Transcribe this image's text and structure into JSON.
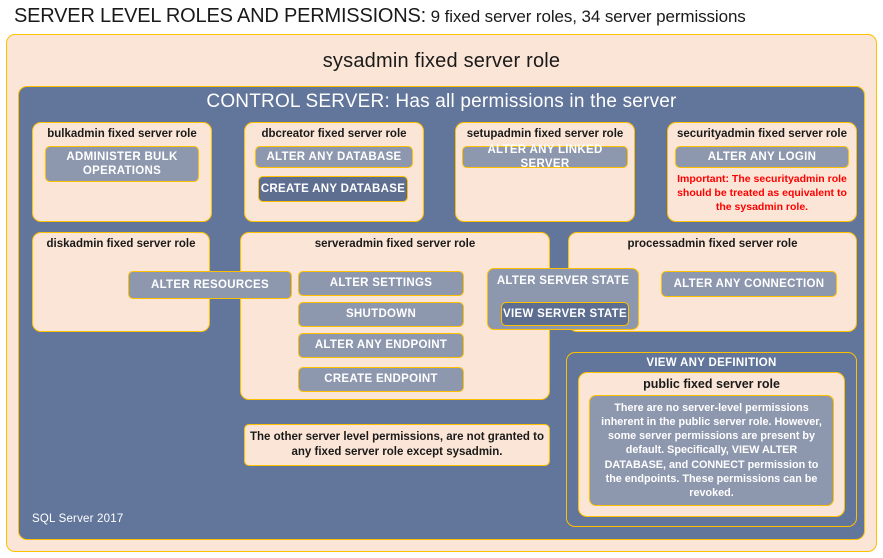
{
  "title": {
    "strong": "SERVER LEVEL ROLES AND PERMISSIONS:",
    "rest": " 9 fixed server roles, 34 server permissions"
  },
  "sysadmin": {
    "label": "sysadmin fixed server role"
  },
  "control_server": {
    "label": "CONTROL SERVER: Has all permissions in the server"
  },
  "footer": {
    "version": "SQL Server 2017"
  },
  "roles": {
    "bulkadmin": {
      "title": "bulkadmin fixed server role",
      "permissions": [
        "ADMINISTER  BULK OPERATIONS"
      ]
    },
    "dbcreator": {
      "title": "dbcreator fixed server role",
      "permissions": [
        "ALTER ANY DATABASE",
        "CREATE  ANY DATABASE"
      ]
    },
    "setupadmin": {
      "title": "setupadmin fixed server role",
      "permissions": [
        "ALTER ANY LINKED SERVER"
      ]
    },
    "securityadmin": {
      "title": "securityadmin fixed server role",
      "permissions": [
        "ALTER ANY LOGIN"
      ],
      "note": "Important:  The securityadmin role should  be treated as equivalent to the  sysadmin role."
    },
    "diskadmin": {
      "title": "diskadmin fixed server role",
      "permissions": [
        "ALTER RESOURCES"
      ]
    },
    "serveradmin": {
      "title": "serveradmin fixed server role",
      "permissions": [
        "ALTER SETTINGS",
        "SHUTDOWN",
        "ALTER ANY ENDPOINT",
        "CREATE  ENDPOINT"
      ]
    },
    "processadmin": {
      "title": "processadmin fixed server role",
      "permissions": [
        "ALTER ANY CONNECTION"
      ]
    },
    "shared": {
      "alter_server_state": "ALTER SERVER STATE",
      "view_server_state": "VIEW SERVER STATE",
      "view_any_definition": "VIEW ANY DEFINITION"
    },
    "public": {
      "title": "public  fixed server role",
      "note": "There are no server-level permissions inherent in the public server role. However, some server permissions are present by default. Specifically, VIEW ALTER DATABASE, and CONNECT permission to the endpoints. These permissions can be revoked."
    }
  },
  "notes": {
    "other_permissions": "The other server level permissions, are not granted to any fixed server role except sysadmin."
  },
  "colors": {
    "outer_border": "#ffc000",
    "peach_fill": "#fbe5d6",
    "slate_fill": "#62759a",
    "permission_fill": "#8d97ae",
    "permission_dark_fill": "#5d6e91",
    "warning_text": "#ff0000",
    "text_dark": "#1a1a1a",
    "text_light": "#ffffff"
  }
}
